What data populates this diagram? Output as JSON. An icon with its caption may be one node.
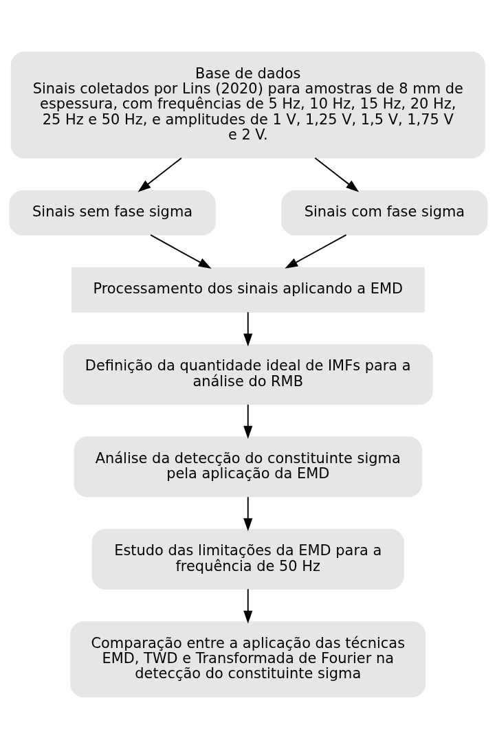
{
  "diagram": {
    "nodes": [
      {
        "text": [
          "Base de dados",
          "Sinais coletados por Lins (2020) para amostras de 8 mm de espessura, com frequências de 5 Hz, 10 Hz, 15 Hz, 20 Hz, 25 Hz e 50 Hz, e amplitudes de 1 V, 1,25 V, 1,5 V, 1,75 V e 2 V."
        ]
      },
      {
        "text": [
          "Sinais sem fase sigma"
        ]
      },
      {
        "text": [
          "Sinais com fase sigma"
        ]
      },
      {
        "text": [
          "Processamento dos sinais aplicando a EMD"
        ]
      },
      {
        "text": [
          "Definição da quantidade ideal de IMFs para a análise do RMB"
        ]
      },
      {
        "text": [
          "Análise da detecção do constituinte sigma pela aplicação da EMD"
        ]
      },
      {
        "text": [
          "Estudo das limitações da EMD para a frequência de 50 Hz"
        ]
      },
      {
        "text": [
          "Comparação entre a aplicação das técnicas EMD, TWD e Transformada de Fourier na detecção do constituinte sigma"
        ]
      }
    ],
    "edges": [
      {
        "from": 0,
        "to": 1,
        "arrow": "to"
      },
      {
        "from": 0,
        "to": 2,
        "arrow": "to"
      },
      {
        "from": 1,
        "to": 3,
        "arrow": "to"
      },
      {
        "from": 2,
        "to": 3,
        "arrow": "to"
      },
      {
        "from": 3,
        "to": 4,
        "arrow": "to"
      },
      {
        "from": 4,
        "to": 5,
        "arrow": "to"
      },
      {
        "from": 5,
        "to": 6,
        "arrow": "to"
      },
      {
        "from": 6,
        "to": 7,
        "arrow": "to"
      }
    ]
  }
}
